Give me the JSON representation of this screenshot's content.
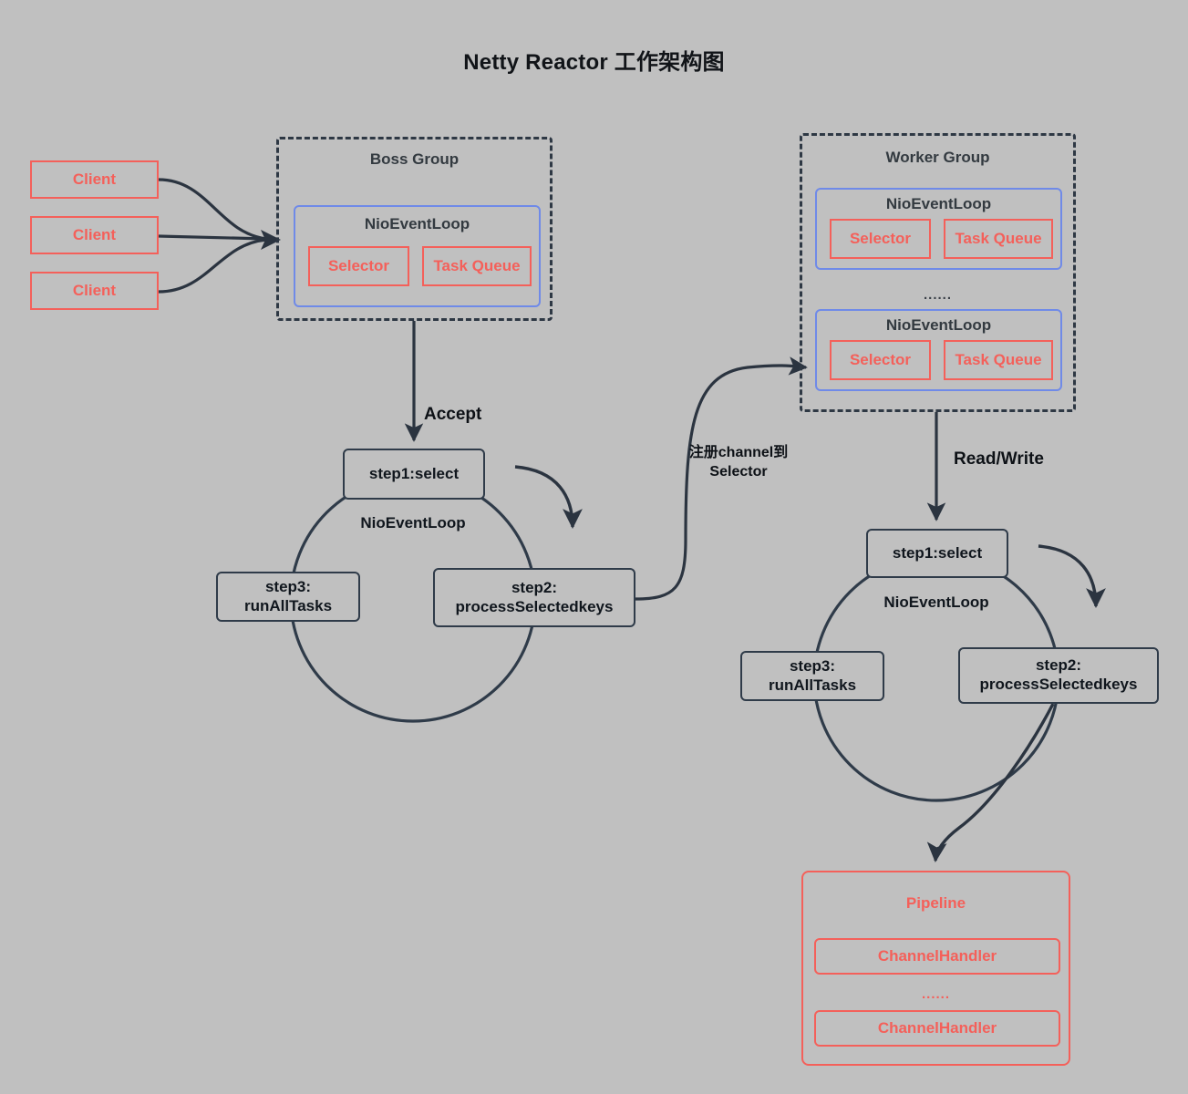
{
  "page": {
    "title": "Netty Reactor 工作架构图",
    "background_color": "#c0c0c0",
    "accent_red": "#f4605a",
    "accent_blue": "#6f8ae8",
    "stroke_dark": "#2f3b49"
  },
  "clients": [
    {
      "label": "Client"
    },
    {
      "label": "Client"
    },
    {
      "label": "Client"
    }
  ],
  "boss_group": {
    "title": "Boss Group",
    "event_loops": [
      {
        "title": "NioEventLoop",
        "selector": "Selector",
        "task_queue": "Task Queue"
      }
    ]
  },
  "worker_group": {
    "title": "Worker Group",
    "ellipsis": "......",
    "event_loops": [
      {
        "title": "NioEventLoop",
        "selector": "Selector",
        "task_queue": "Task Queue"
      },
      {
        "title": "NioEventLoop",
        "selector": "Selector",
        "task_queue": "Task Queue"
      }
    ]
  },
  "boss_loop_cycle": {
    "caption": "NioEventLoop",
    "steps": [
      {
        "label": "step1:select"
      },
      {
        "label": "step2:\nprocessSelectedkeys",
        "line1": "step2:",
        "line2": "processSelectedkeys"
      },
      {
        "label": "step3:\nrunAllTasks",
        "line1": "step3:",
        "line2": "runAllTasks"
      }
    ]
  },
  "worker_loop_cycle": {
    "caption": "NioEventLoop",
    "steps": [
      {
        "label": "step1:select"
      },
      {
        "label": "step2:\nprocessSelectedkeys",
        "line1": "step2:",
        "line2": "processSelectedkeys"
      },
      {
        "label": "step3:\nrunAllTasks",
        "line1": "step3:",
        "line2": "runAllTasks"
      }
    ]
  },
  "edges": {
    "accept": "Accept",
    "register_channel_line1": "注册channel到",
    "register_channel_line2": "Selector",
    "read_write": "Read/Write"
  },
  "pipeline": {
    "title": "Pipeline",
    "ellipsis": "......",
    "handlers": [
      {
        "label": "ChannelHandler"
      },
      {
        "label": "ChannelHandler"
      }
    ]
  }
}
